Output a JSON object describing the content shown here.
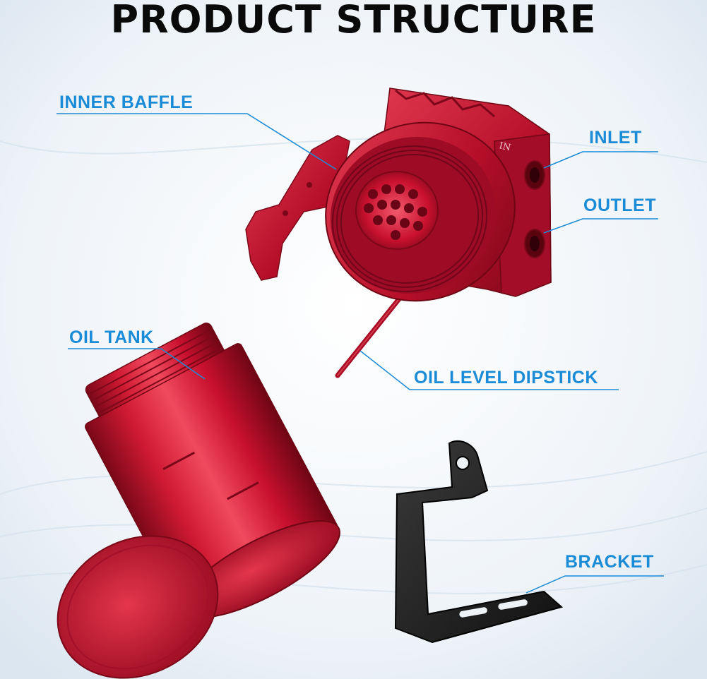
{
  "title": "PRODUCT STRUCTURE",
  "labels": {
    "inner_baffle": "INNER BAFFLE",
    "inlet": "INLET",
    "outlet": "OUTLET",
    "oil_tank": "OIL TANK",
    "oil_level_dipstick": "OIL LEVEL DIPSTICK",
    "bracket": "BRACKET"
  },
  "engraving": "IN",
  "colors": {
    "accent": "#1a8bd6",
    "anodized_red": "#c8102e",
    "bracket_black": "#1c1c1c",
    "background": "#eef3f8"
  }
}
